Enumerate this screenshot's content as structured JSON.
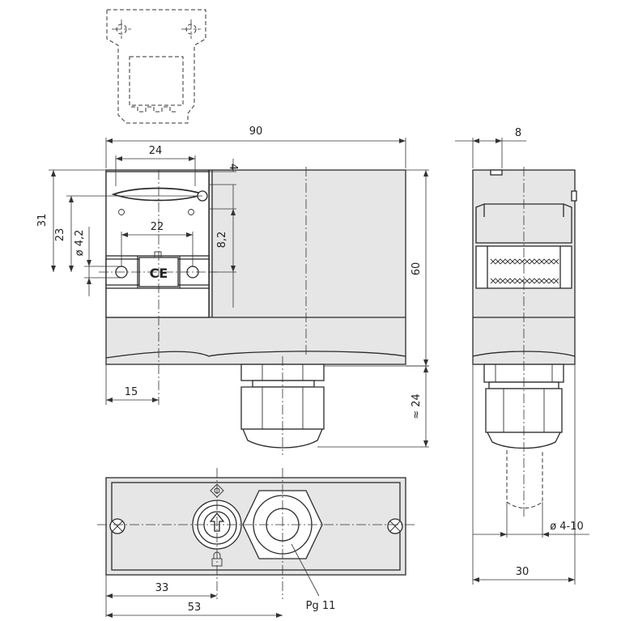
{
  "dimensions": {
    "top_width": "90",
    "flap_width": "24",
    "offset_4": "4",
    "height_31": "31",
    "height_23": "23",
    "hole_diameter": "ø 4,2",
    "hole_spacing": "22",
    "height_8_2": "8,2",
    "total_height": "60",
    "side_offset": "15",
    "gland_length": "≈ 24",
    "side_width_8": "8",
    "cable_diameter": "ø 4-10",
    "side_width": "30",
    "bottom_33": "33",
    "bottom_53": "53"
  },
  "labels": {
    "gland_thread": "Pg 11",
    "ce_mark": "CE"
  },
  "colors": {
    "line": "#2b2b2b",
    "face": "#e6e6e6"
  }
}
